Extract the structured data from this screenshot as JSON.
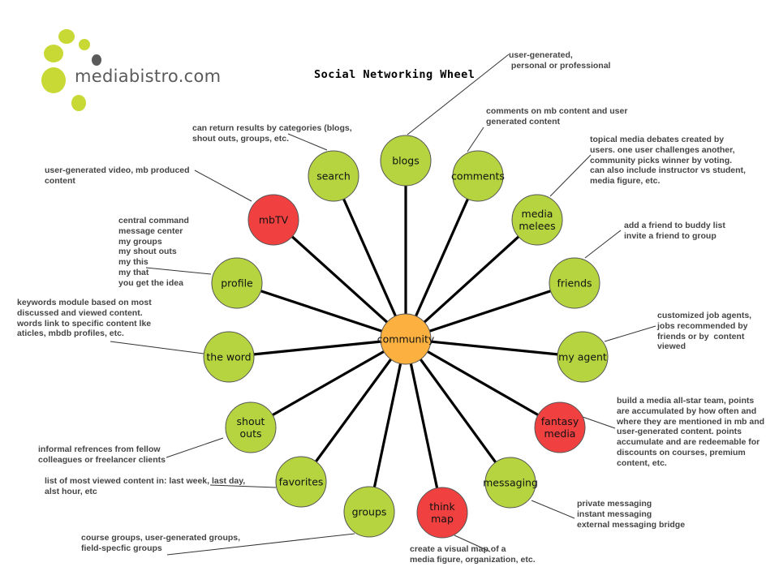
{
  "logo": {
    "text": "mediabistro.com"
  },
  "title": "Social Networking Wheel",
  "colors": {
    "green": "#b5d43f",
    "red": "#f04040",
    "orange": "#fbb040",
    "stroke": "#555555",
    "spoke": "#000000",
    "annotation": "#444444"
  },
  "hub": {
    "label": "community"
  },
  "nodes": [
    {
      "id": "blogs",
      "lines": [
        "blogs"
      ],
      "color": "green"
    },
    {
      "id": "comments",
      "lines": [
        "comments"
      ],
      "color": "green"
    },
    {
      "id": "media-melees",
      "lines": [
        "media",
        "melees"
      ],
      "color": "green"
    },
    {
      "id": "friends",
      "lines": [
        "friends"
      ],
      "color": "green"
    },
    {
      "id": "my-agent",
      "lines": [
        "my agent"
      ],
      "color": "green"
    },
    {
      "id": "fantasy-media",
      "lines": [
        "fantasy",
        "media"
      ],
      "color": "red"
    },
    {
      "id": "messaging",
      "lines": [
        "messaging"
      ],
      "color": "green"
    },
    {
      "id": "think-map",
      "lines": [
        "think",
        "map"
      ],
      "color": "red"
    },
    {
      "id": "groups",
      "lines": [
        "groups"
      ],
      "color": "green"
    },
    {
      "id": "favorites",
      "lines": [
        "favorites"
      ],
      "color": "green"
    },
    {
      "id": "shout-outs",
      "lines": [
        "shout",
        "outs"
      ],
      "color": "green"
    },
    {
      "id": "the-word",
      "lines": [
        "the word"
      ],
      "color": "green"
    },
    {
      "id": "profile",
      "lines": [
        "profile"
      ],
      "color": "green"
    },
    {
      "id": "mbtv",
      "lines": [
        "mbTV"
      ],
      "color": "red"
    },
    {
      "id": "search",
      "lines": [
        "search"
      ],
      "color": "green"
    }
  ],
  "annotations": {
    "blogs": "user-generated,\n personal or professional",
    "comments": "comments on mb content and user\ngenerated content",
    "media-melees": "topical media debates created by\nusers. one user challenges another,\ncommunity picks winner by voting.\ncan also include instructor vs student,\nmedia figure, etc.",
    "friends": "add a friend to buddy list\ninvite a friend to group",
    "my-agent": "customized job agents,\njobs recommended by\nfriends or by  content\nviewed",
    "fantasy-media": "build a media all-star team, points\nare accumulated by how often and\nwhere they are mentioned in mb and\nuser-generated content. points\naccumulate and are redeemable for\ndiscounts on courses, premium\ncontent, etc.",
    "messaging": "private messaging\ninstant messaging\nexternal messaging bridge",
    "think-map": "create a visual map of a\nmedia figure, organization, etc.",
    "groups": "course groups, user-generated groups,\nfield-specfic groups",
    "favorites": "list of most viewed content in: last week, last day,\nalst hour, etc",
    "shout-outs": "informal refrences from fellow\ncolleagues or freelancer clients",
    "the-word": "keywords module based on most\ndiscussed and viewed content.\nwords link to specific content lke\naticles, mbdb profiles, etc.",
    "profile": "central command\nmessage center\nmy groups\nmy shout outs\nmy this\nmy that\nyou get the idea",
    "mbtv": "user-generated video, mb produced\ncontent",
    "search": "can return results by categories (blogs,\nshout outs, groups, etc."
  }
}
